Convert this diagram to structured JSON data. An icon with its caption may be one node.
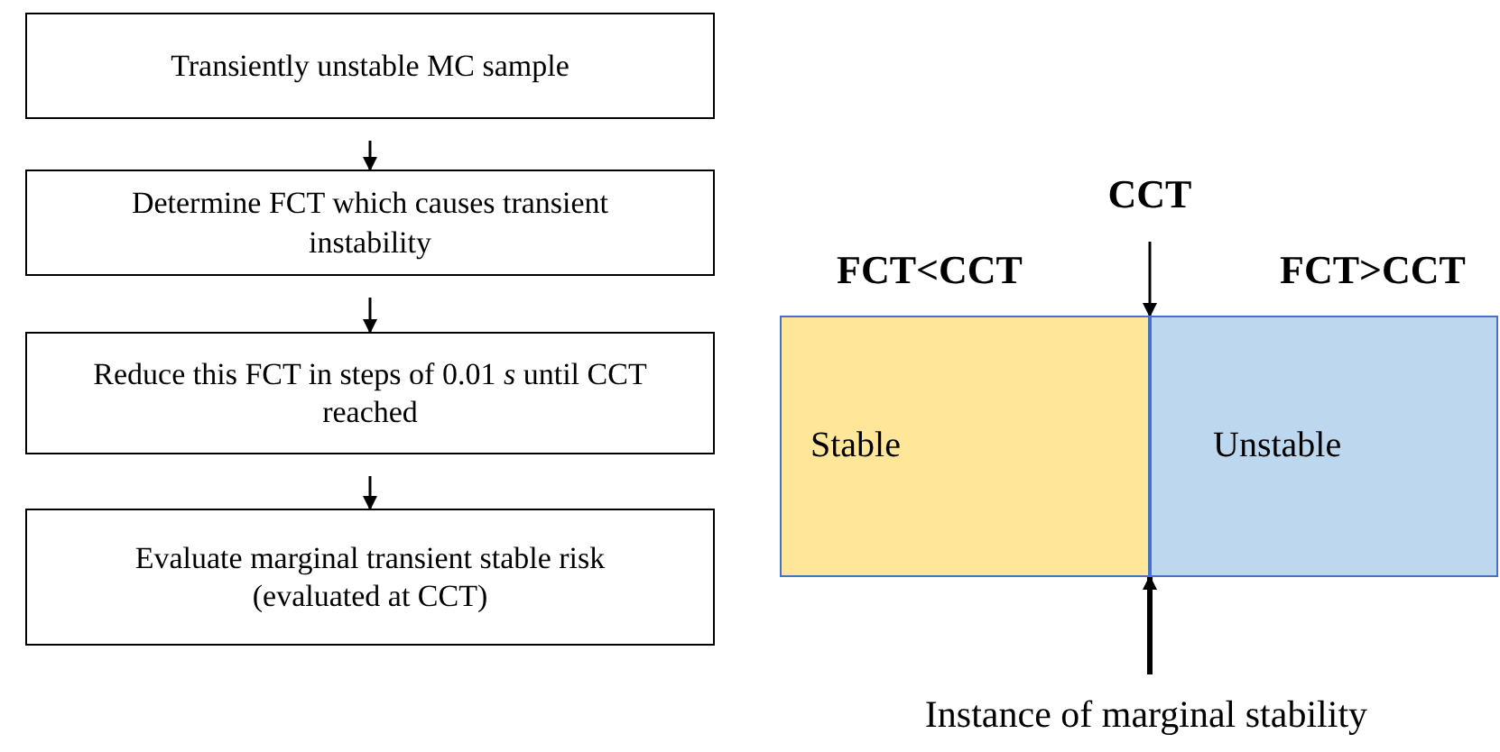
{
  "diagram": {
    "nodes": [
      {
        "text": [
          "Transiently unstable MC sample"
        ]
      },
      {
        "text": [
          "Determine FCT which causes transient instability"
        ]
      },
      {
        "text": [
          "Reduce this FCT in steps of 0.01 *s* until CCT reached"
        ]
      },
      {
        "text": [
          "Evaluate marginal transient stable risk (evaluated at CCT)"
        ]
      },
      {
        "text": [
          "Stable"
        ],
        "beside": [
          "FCT<CCT"
        ]
      },
      {
        "text": [
          "Unstable"
        ],
        "beside": [
          "FCT>CCT"
        ]
      },
      {
        "text": [
          "CCT"
        ]
      },
      {
        "text": [
          "Instance of marginal stability"
        ]
      }
    ],
    "edges": [
      {
        "from": 0,
        "to": 1,
        "arrow": "to"
      },
      {
        "from": 1,
        "to": 2,
        "arrow": "to"
      },
      {
        "from": 2,
        "to": 3,
        "arrow": "to"
      },
      {
        "from": 6,
        "to": 5,
        "arrow": "to"
      },
      {
        "from": 7,
        "to": 5,
        "arrow": "to",
        "style": "thick"
      }
    ]
  }
}
